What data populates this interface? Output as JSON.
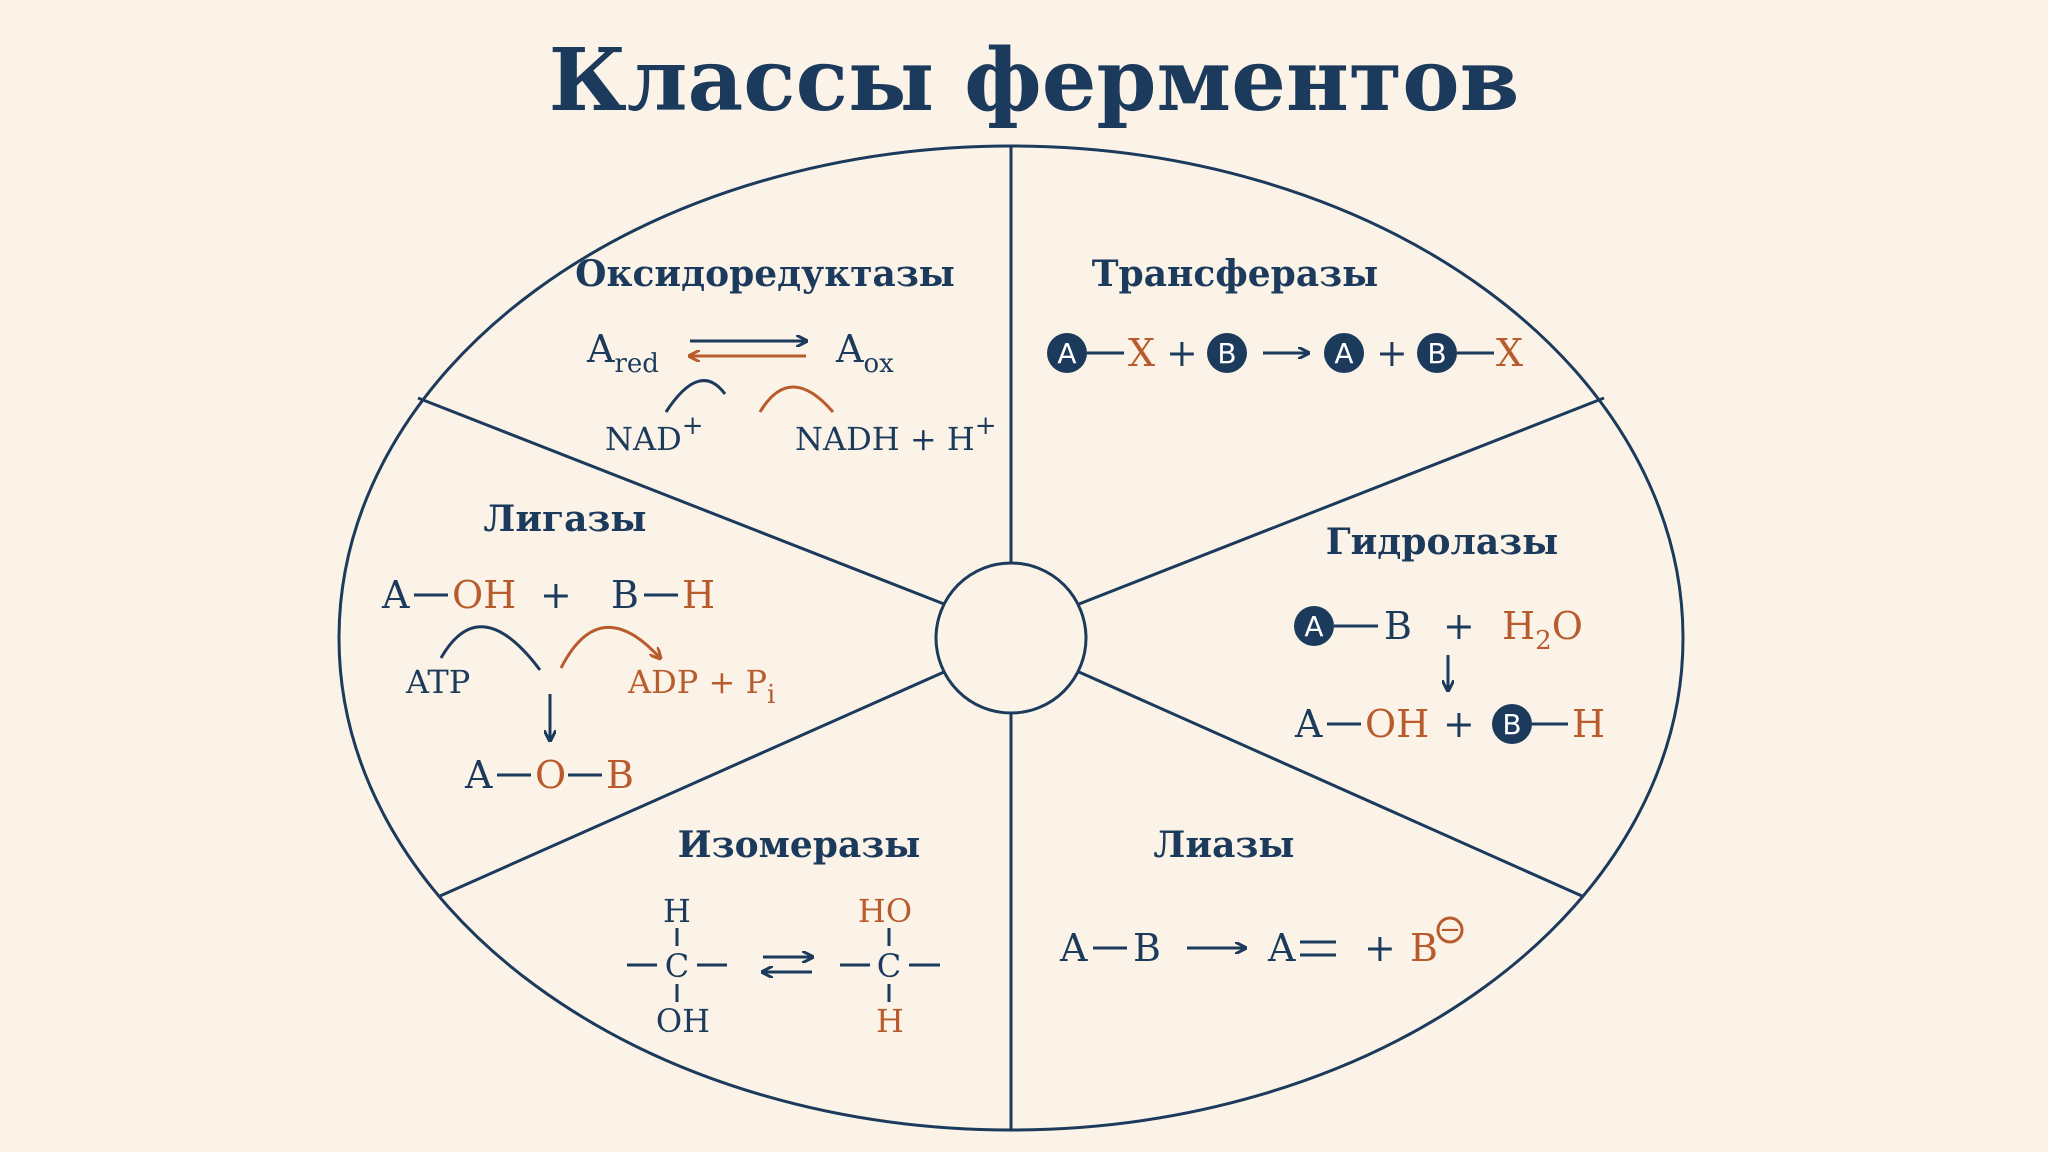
{
  "title": "Классы ферментов",
  "colors": {
    "navy": "#1b3a5c",
    "orange": "#b85c2e",
    "background": "#fbf3e7"
  },
  "sections": {
    "oxidoreductases": {
      "label": "Оксидоредуктазы",
      "a_red": "A",
      "red_sub": "red",
      "a_ox": "A",
      "ox_sub": "ox",
      "nad": "NAD",
      "nad_sup": "+",
      "nadh": "NADH + H",
      "nadh_sup": "+"
    },
    "transferases": {
      "label": "Трансферазы",
      "a": "A",
      "x": "X",
      "plus": "+",
      "b": "B"
    },
    "ligases": {
      "label": "Лигазы",
      "a": "A",
      "oh": "OH",
      "plus": "+",
      "b": "B",
      "h": "H",
      "atp": "ATP",
      "adp": "ADP + P",
      "adp_sub": "i",
      "o": "O"
    },
    "hydrolases": {
      "label": "Гидролазы",
      "a": "A",
      "b": "B",
      "plus": "+",
      "h": "H",
      "h2": "2",
      "o": "O",
      "oh": "OH"
    },
    "isomerases": {
      "label": "Изомеразы",
      "h": "H",
      "c": "C",
      "oh": "OH",
      "ho": "HO"
    },
    "lyases": {
      "label": "Лиазы",
      "a": "A",
      "b": "B",
      "plus": "+",
      "charge": "−"
    }
  }
}
